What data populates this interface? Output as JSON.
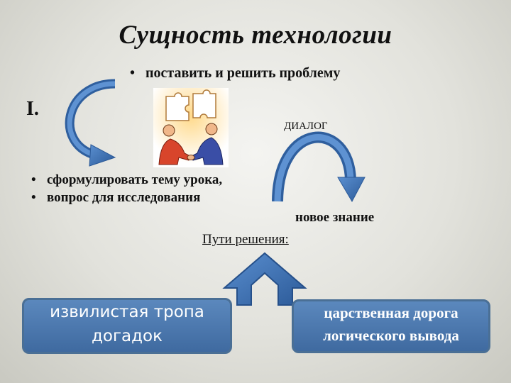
{
  "slide": {
    "title": "Сущность технологии",
    "top_bullet": "поставить и решить проблему",
    "roman_numeral": "I.",
    "dialog_label": "ДИАЛОГ",
    "bullets": [
      "сформулировать тему урока,",
      "вопрос для исследования"
    ],
    "new_knowledge": "новое знание",
    "ways_heading": "Пути решения:",
    "left_box": {
      "line1": "извилистая тропа",
      "line2": "догадок"
    },
    "right_box": {
      "line1": "царственная дорога",
      "line2": "логического вывода"
    },
    "bullet_symbol": "•"
  },
  "colors": {
    "arrow_blue": "#3e6fb0",
    "box_fill": "#4f7db3",
    "box_border": "#4a6f95",
    "text": "#111111"
  },
  "icons": [
    "curved-arrow-icon",
    "dialog-arc-arrow-icon",
    "split-chevron-arrow-icon",
    "puzzle-handshake-illustration"
  ]
}
